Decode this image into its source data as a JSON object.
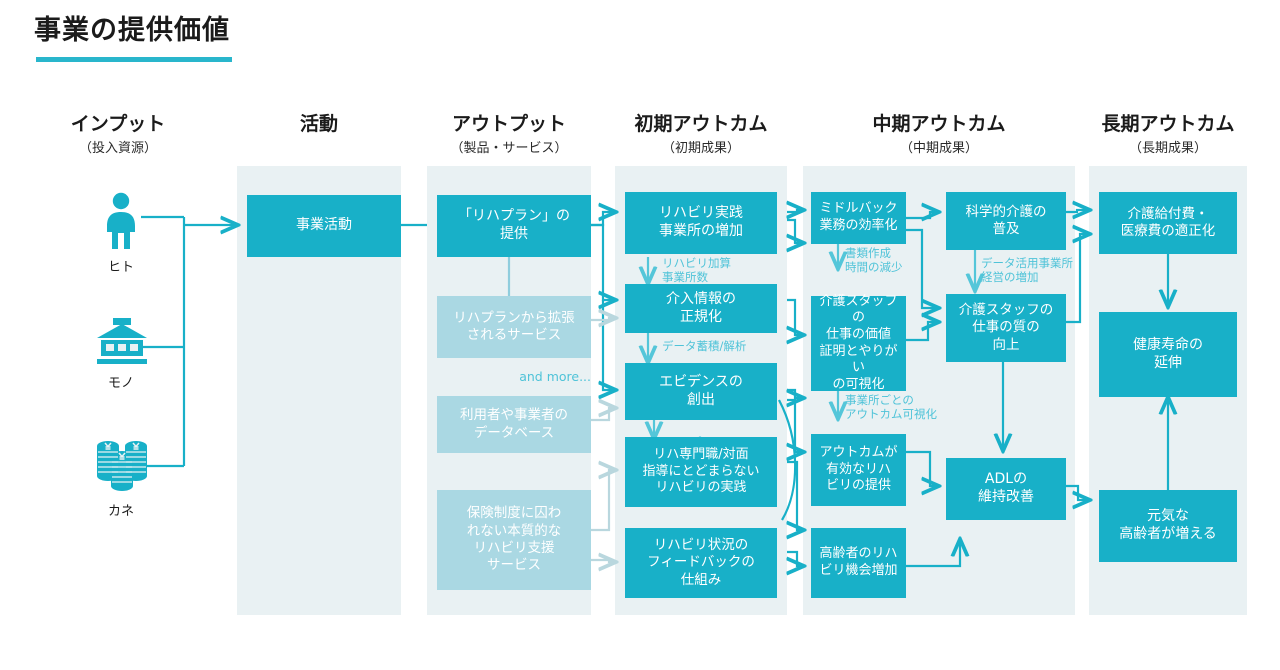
{
  "page": {
    "title": "事業の提供価値",
    "accent": "#29b6cc",
    "box_solid_color": "#18b0c8",
    "box_pale_color": "#aad8e3",
    "panel_color": "#e9f1f3",
    "caption_color": "#4fc3d8"
  },
  "columns": [
    {
      "id": "input",
      "title": "インプット",
      "subtitle": "（投入資源）"
    },
    {
      "id": "activity",
      "title": "活動",
      "subtitle": ""
    },
    {
      "id": "output",
      "title": "アウトプット",
      "subtitle": "（製品・サービス）"
    },
    {
      "id": "early_outcome",
      "title": "初期アウトカム",
      "subtitle": "（初期成果）"
    },
    {
      "id": "mid_outcome",
      "title": "中期アウトカム",
      "subtitle": "（中期成果）"
    },
    {
      "id": "long_outcome",
      "title": "長期アウトカム",
      "subtitle": "（長期成果）"
    }
  ],
  "inputs": [
    {
      "icon": "person-icon",
      "label": "ヒト"
    },
    {
      "icon": "building-icon",
      "label": "モノ"
    },
    {
      "icon": "coins-icon",
      "label": "カネ"
    }
  ],
  "activity": {
    "boxes": [
      {
        "id": "business-activity",
        "lines": [
          "事業活動"
        ],
        "style": "solid"
      }
    ]
  },
  "output": {
    "and_more": "and more...",
    "boxes": [
      {
        "id": "rehaplan-offer",
        "lines": [
          "「リハプラン」の",
          "提供"
        ],
        "style": "solid"
      },
      {
        "id": "rehaplan-extended",
        "lines": [
          "リハプランから拡張",
          "されるサービス"
        ],
        "style": "pale"
      },
      {
        "id": "user-db",
        "lines": [
          "利用者や事業者の",
          "データベース"
        ],
        "style": "pale"
      },
      {
        "id": "insurance-free",
        "lines": [
          "保険制度に囚わ",
          "れない本質的な",
          "リハビリ支援",
          "サービス"
        ],
        "style": "pale"
      }
    ]
  },
  "early_outcome": {
    "boxes": [
      {
        "id": "rehab-offices-up",
        "lines": [
          "リハビリ実践",
          "事業所の増加"
        ],
        "style": "solid"
      },
      {
        "id": "info-normalize",
        "lines": [
          "介入情報の",
          "正規化"
        ],
        "style": "solid"
      },
      {
        "id": "evidence-creation",
        "lines": [
          "エビデンスの",
          "創出"
        ],
        "style": "solid"
      },
      {
        "id": "beyond-facetoface",
        "lines": [
          "リハ専門職/対面",
          "指導にとどまらない",
          "リハビリの実践"
        ],
        "style": "solid"
      },
      {
        "id": "feedback-system",
        "lines": [
          "リハビリ状況の",
          "フィードバックの",
          "仕組み"
        ],
        "style": "solid"
      }
    ],
    "captions": [
      {
        "id": "caption-rehab-addition",
        "lines": [
          "リハビリ加算",
          "事業所数"
        ]
      },
      {
        "id": "caption-data-analysis",
        "lines": [
          "データ蓄積/解析"
        ]
      }
    ]
  },
  "mid_outcome": {
    "boxes": [
      {
        "id": "midback-efficiency",
        "lines": [
          "ミドルバック",
          "業務の効率化"
        ],
        "style": "solid"
      },
      {
        "id": "staff-value-proof",
        "lines": [
          "介護スタッフの",
          "仕事の価値",
          "証明とやりがい",
          "の可視化"
        ],
        "style": "solid"
      },
      {
        "id": "effective-rehab",
        "lines": [
          "アウトカムが",
          "有効なリハ",
          "ビリの提供"
        ],
        "style": "solid"
      },
      {
        "id": "elderly-rehab-up",
        "lines": [
          "高齢者のリハ",
          "ビリ機会増加"
        ],
        "style": "solid"
      },
      {
        "id": "scientific-care",
        "lines": [
          "科学的介護の",
          "普及"
        ],
        "style": "solid"
      },
      {
        "id": "staff-quality-up",
        "lines": [
          "介護スタッフの",
          "仕事の質の",
          "向上"
        ],
        "style": "solid"
      },
      {
        "id": "adl-maintain",
        "lines": [
          "ADLの",
          "維持改善"
        ],
        "style": "solid"
      }
    ],
    "captions": [
      {
        "id": "caption-doc-time",
        "lines": [
          "書類作成",
          "時間の減少"
        ]
      },
      {
        "id": "caption-office-outcome",
        "lines": [
          "事業所ごとの",
          "アウトカム可視化"
        ]
      },
      {
        "id": "caption-data-management",
        "lines": [
          "データ活用事業所",
          "経営の増加"
        ]
      }
    ]
  },
  "long_outcome": {
    "boxes": [
      {
        "id": "cost-optimization",
        "lines": [
          "介護給付費・",
          "医療費の適正化"
        ],
        "style": "solid"
      },
      {
        "id": "healthy-lifespan",
        "lines": [
          "健康寿命の",
          "延伸"
        ],
        "style": "solid"
      },
      {
        "id": "healthy-elderly",
        "lines": [
          "元気な",
          "高齢者が増える"
        ],
        "style": "solid"
      }
    ]
  }
}
